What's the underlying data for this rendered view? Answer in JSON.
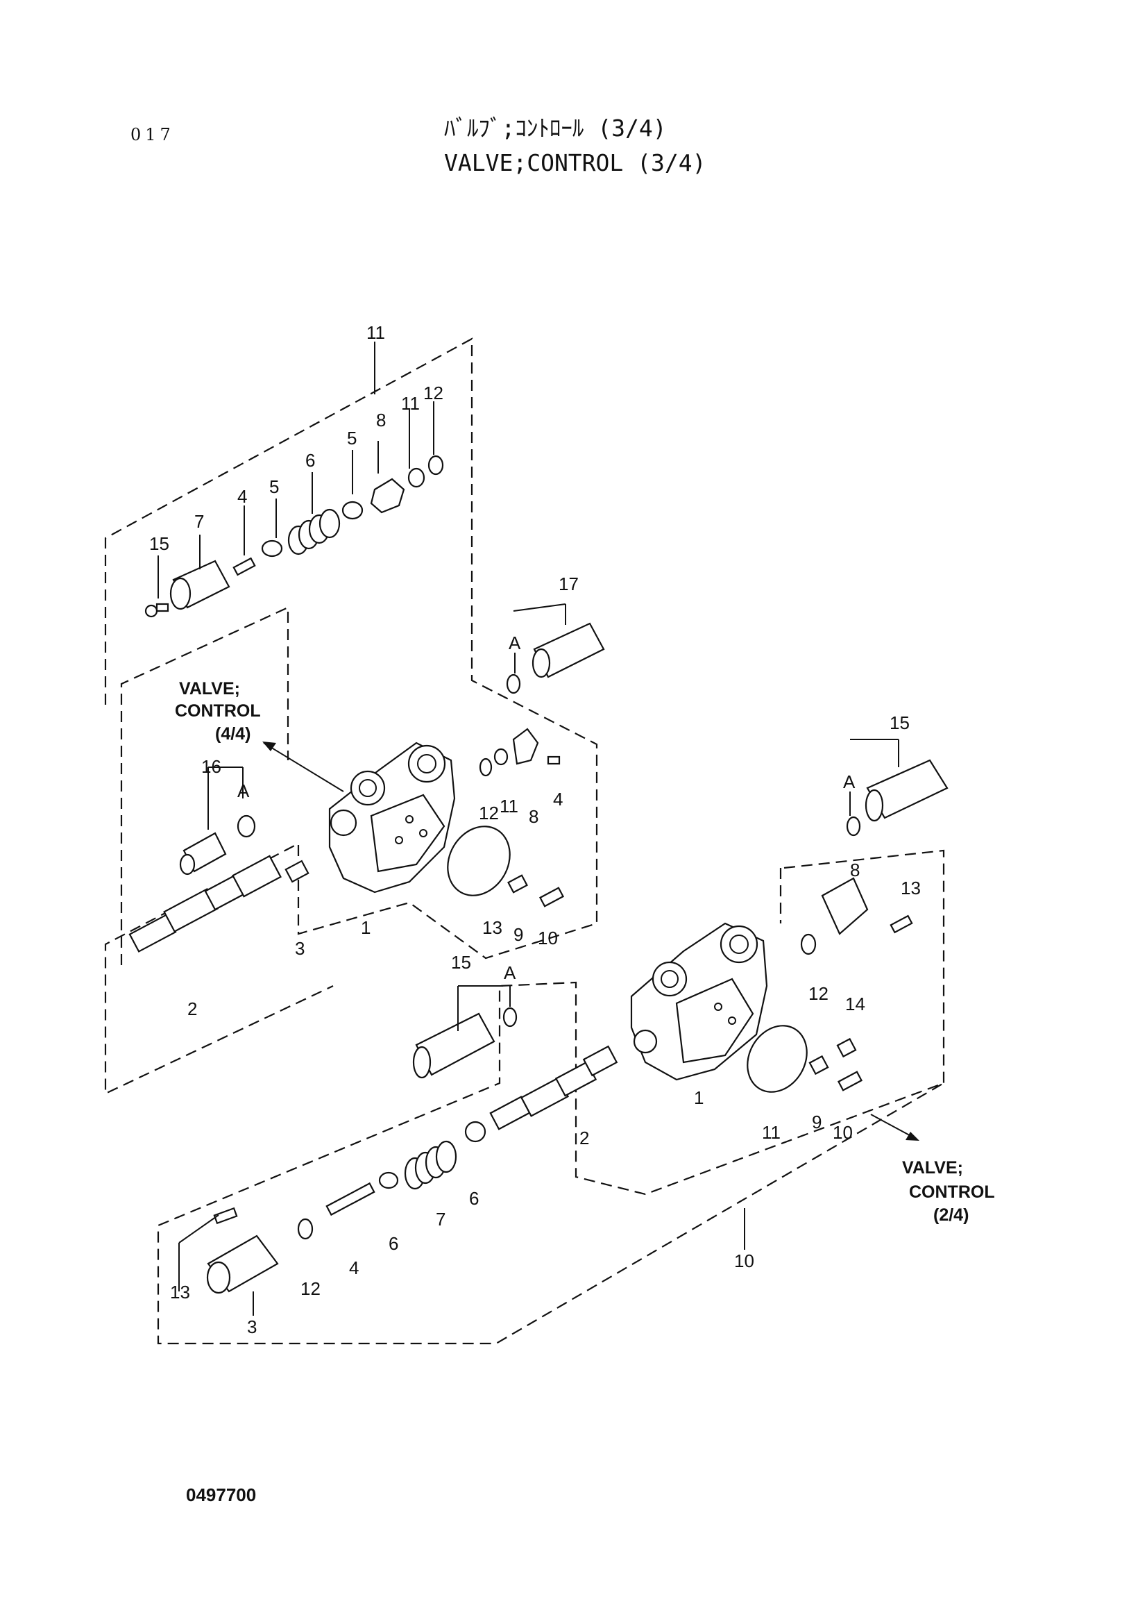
{
  "page_number": "017",
  "title_jp": "ﾊﾞﾙﾌﾞ;ｺﾝﾄﾛｰﾙ (3/4)",
  "title_en": "VALVE;CONTROL (3/4)",
  "footer_code": "0497700",
  "notes": {
    "upper_ref": [
      "VALVE;",
      "CONTROL",
      "(4/4)"
    ],
    "lower_ref": [
      "VALVE;",
      "CONTROL",
      "(2/4)"
    ]
  },
  "callouts": {
    "upper_group": "11",
    "u_1": "1",
    "u_2": "2",
    "u_3": "3",
    "u_4a": "4",
    "u_4b": "4",
    "u_5a": "5",
    "u_5b": "5",
    "u_6": "6",
    "u_7": "7",
    "u_8a": "8",
    "u_8b": "8",
    "u_9": "9",
    "u_10": "10",
    "u_11a": "11",
    "u_11b": "11",
    "u_12a": "12",
    "u_12b": "12",
    "u_13": "13",
    "u_15": "15",
    "u_16": "16",
    "u_17": "17",
    "u_Aa": "A",
    "u_Ab": "A",
    "lower_group": "10",
    "l_1": "1",
    "l_2": "2",
    "l_3": "3",
    "l_4": "4",
    "l_6a": "6",
    "l_6b": "6",
    "l_7": "7",
    "l_8": "8",
    "l_9": "9",
    "l_10": "10",
    "l_11": "11",
    "l_12a": "12",
    "l_12b": "12",
    "l_13a": "13",
    "l_13b": "13",
    "l_14": "14",
    "l_15a": "15",
    "l_15b": "15",
    "l_Aa": "A",
    "l_Ab": "A"
  }
}
